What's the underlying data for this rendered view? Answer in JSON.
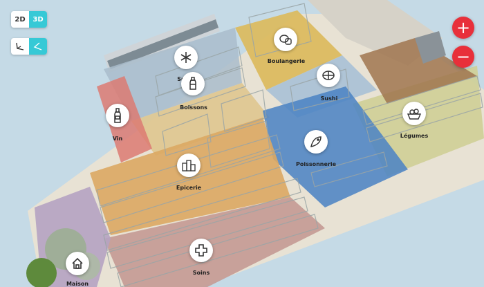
{
  "controls": {
    "view_2d": "2D",
    "view_3d": "3D",
    "active_view": "3D",
    "camera_modes": [
      {
        "icon": "camera-angle-tilted-icon",
        "active": false
      },
      {
        "icon": "camera-angle-flat-icon",
        "active": true
      }
    ]
  },
  "zoom": {
    "in_label": "+",
    "out_label": "−"
  },
  "sections": [
    {
      "id": "surgeles",
      "label": "Su",
      "icon": "snowflake-icon",
      "color": "#8fb0c4"
    },
    {
      "id": "boissons",
      "label": "Boissons",
      "icon": "bottle-icon",
      "color": "#d9bf84"
    },
    {
      "id": "boulangerie",
      "label": "Boulangerie",
      "icon": "bread-icon",
      "color": "#d8b660"
    },
    {
      "id": "sushi",
      "label": "Sushi",
      "icon": "sushi-icon",
      "color": "#9bb7cf"
    },
    {
      "id": "vin",
      "label": "Vin",
      "icon": "wine-bottle-icon",
      "color": "#d97a7a"
    },
    {
      "id": "legumes",
      "label": "Légumes",
      "icon": "vegetables-icon",
      "color": "#c8c98e"
    },
    {
      "id": "poissonnerie",
      "label": "Poissonnerie",
      "icon": "fish-icon",
      "color": "#4f86c6"
    },
    {
      "id": "epicerie",
      "label": "Epicerie",
      "icon": "jars-icon",
      "color": "#d8a967"
    },
    {
      "id": "soins",
      "label": "Soins",
      "icon": "cross-icon",
      "color": "#c9a09b"
    },
    {
      "id": "maison",
      "label": "Maison",
      "icon": "house-icon",
      "color": "#b8a6c3"
    }
  ],
  "colors": {
    "background": "#c5dae6",
    "accent": "#36c9d6",
    "zoom": "#e8303a"
  }
}
